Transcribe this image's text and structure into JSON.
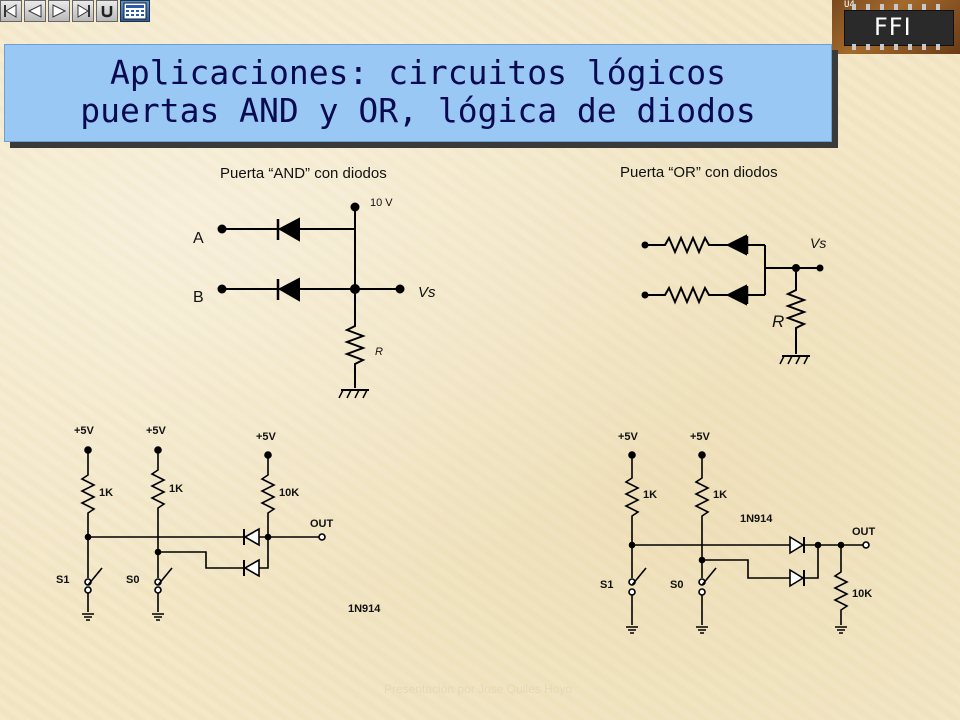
{
  "nav": {
    "buttons": [
      "first-slide",
      "previous-slide",
      "next-slide",
      "last-slide",
      "return",
      "calculator"
    ]
  },
  "logo": {
    "text": "FFI",
    "chip_label": "U4"
  },
  "title": {
    "line1": "Aplicaciones: circuitos lógicos",
    "line2": "puertas AND y OR, lógica de diodos"
  },
  "and_gate": {
    "caption": "Puerta “AND” con diodos",
    "input_a": "A",
    "input_b": "B",
    "supply": "10 V",
    "output": "Vs",
    "resistor": "R"
  },
  "or_gate": {
    "caption": "Puerta “OR” con diodos",
    "output": "Vs",
    "resistor": "R"
  },
  "and_circuit": {
    "supply_1": "+5V",
    "supply_2": "+5V",
    "supply_3": "+5V",
    "r1": "1K",
    "r2": "1K",
    "r3": "10K",
    "output": "OUT",
    "switch_1": "S1",
    "switch_2": "S0",
    "diode": "1N914"
  },
  "or_circuit": {
    "supply_1": "+5V",
    "supply_2": "+5V",
    "r1": "1K",
    "r2": "1K",
    "r3": "10K",
    "output": "OUT",
    "switch_1": "S1",
    "switch_2": "S0",
    "diode": "1N914"
  },
  "footer": "Presentación por Jose Quiles Hoyo",
  "colors": {
    "banner": "#9ac8f5",
    "title": "#0a0a50",
    "background": "#f3e7c6"
  }
}
